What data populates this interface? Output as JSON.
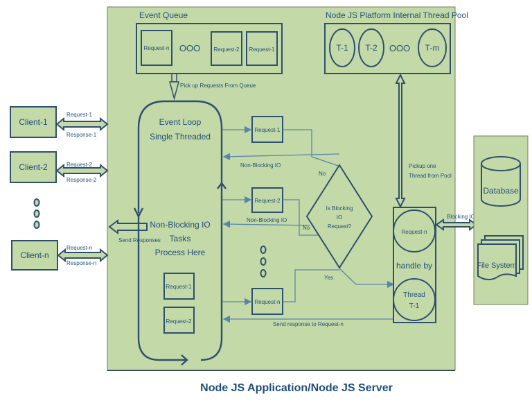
{
  "title": "Node JS Application/Node JS Server",
  "event_queue": {
    "label": "Event Queue",
    "items": [
      "Request-n",
      "Request-2",
      "Request-1"
    ],
    "ellipsis": "OOO"
  },
  "thread_pool": {
    "label": "Node JS Platform Internal Thread Pool",
    "threads": [
      "T-1",
      "T-2",
      "T-m"
    ],
    "ellipsis": "OOO"
  },
  "pickup_label": "Pick up Requests From Queue",
  "clients": [
    {
      "name": "Client-1",
      "request": "Request-1",
      "response": "Response-1"
    },
    {
      "name": "Client-2",
      "request": "Request-2",
      "response": "Response-2"
    },
    {
      "name": "Client-n",
      "request": "Request-n",
      "response": "Response-n"
    }
  ],
  "event_loop": {
    "line1": "Event Loop",
    "line2": "Single Threaded",
    "nbio_line1": "Non-Blocking IO",
    "nbio_line2": "Tasks",
    "nbio_line3": "Process Here",
    "inner_requests": [
      "Request-1",
      "Request-2"
    ]
  },
  "send_responses": "Send Responses",
  "flow_requests": [
    "Request-1",
    "Request-2",
    "Request-n"
  ],
  "non_blocking_io": "Non-Blocking IO",
  "decision": {
    "line1": "Is Blocking",
    "line2": "IO",
    "line3": "Request?",
    "no": "No",
    "yes": "Yes"
  },
  "pickup_thread": {
    "line1": "Pickup one",
    "line2": "Thread from Pool"
  },
  "handler": {
    "request": "Request-n",
    "handle_by": "handle by",
    "thread_line1": "Thread",
    "thread_line2": "T-1"
  },
  "blocking_io": "Blocking IO",
  "send_response_n": "Send response to Request-n",
  "resources": {
    "database": "Database",
    "file_system": "File System"
  }
}
